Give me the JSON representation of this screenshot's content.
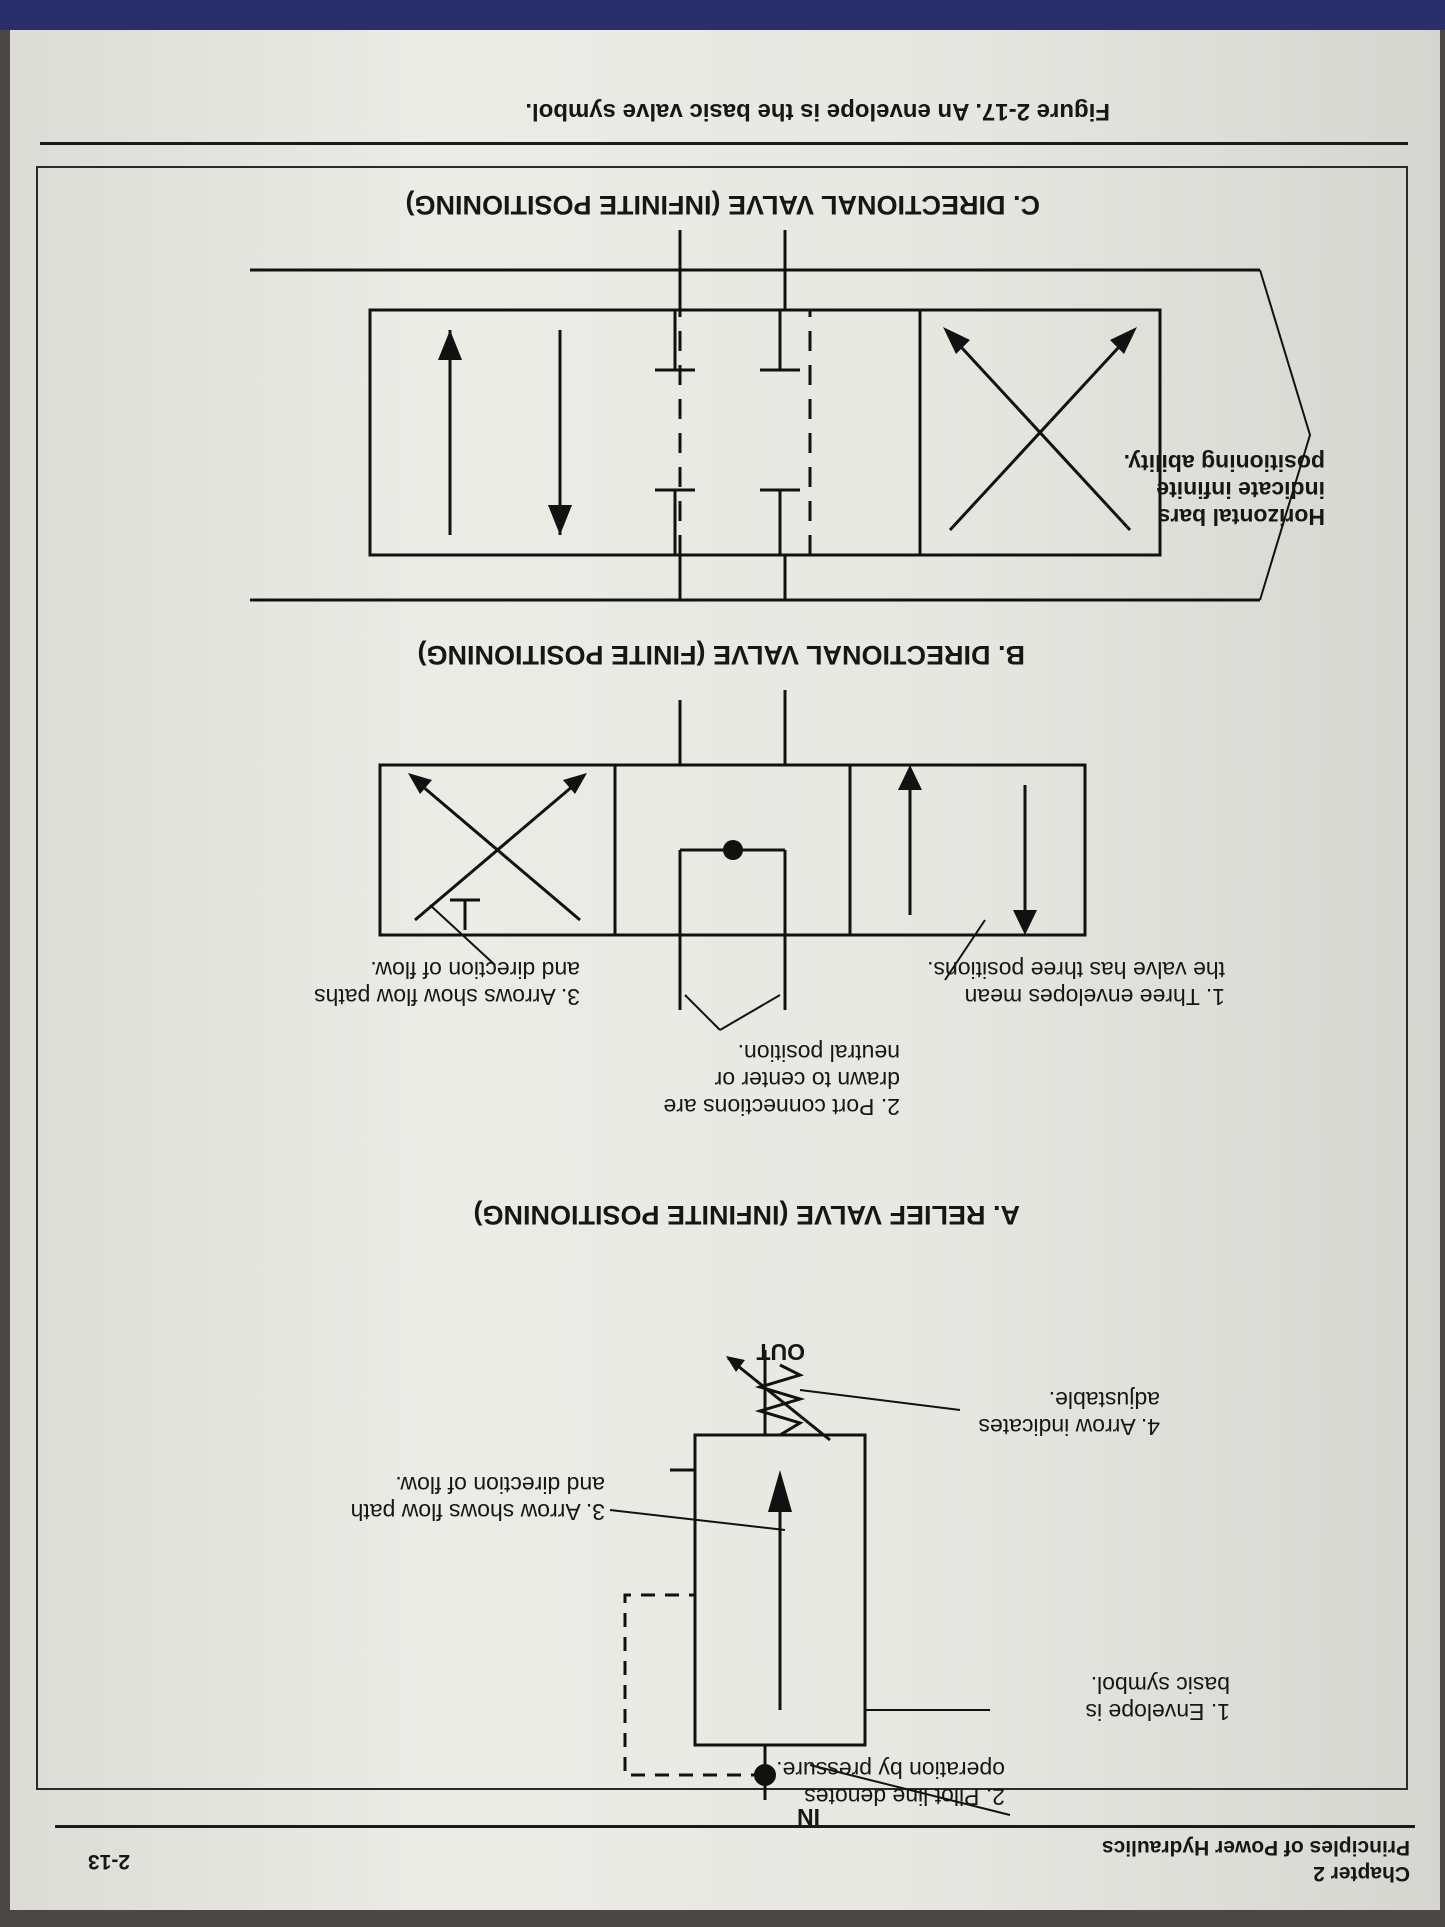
{
  "header": {
    "chapter": "Chapter 2",
    "book_title": "Principles of Power Hydraulics",
    "page_number": "2-13"
  },
  "figure": {
    "caption": "Figure 2-17.  An envelope is the basic valve symbol."
  },
  "section_a": {
    "title": "A. RELIEF VALVE (INFINITE POSITIONING)",
    "port_in": "IN",
    "port_out": "OUT",
    "callout_1": [
      "1. Envelope is",
      "basic symbol."
    ],
    "callout_2": [
      "2. Pilot line denotes",
      "operation by pressure."
    ],
    "callout_3": [
      "3. Arrow shows flow path",
      "and direction of flow."
    ],
    "callout_4": [
      "4. Arrow indicates",
      "adjustable."
    ]
  },
  "section_b": {
    "title": "B. DIRECTIONAL VALVE (FINITE POSITIONING)",
    "callout_1": [
      "1. Three envelopes mean",
      "the valve has three positions."
    ],
    "callout_2": [
      "2. Port connections are",
      "drawn to center or",
      "neutral position."
    ],
    "callout_3": [
      "3. Arrows show flow paths",
      "and direction of flow."
    ]
  },
  "section_c": {
    "title": "C. DIRECTIONAL VALVE (INFINITE POSITIONING)",
    "callout_1": [
      "Horizontal bars",
      "indicate infinite",
      "positioning ability."
    ]
  },
  "colors": {
    "ink": "#161616",
    "paper": "#e7e7e2"
  }
}
